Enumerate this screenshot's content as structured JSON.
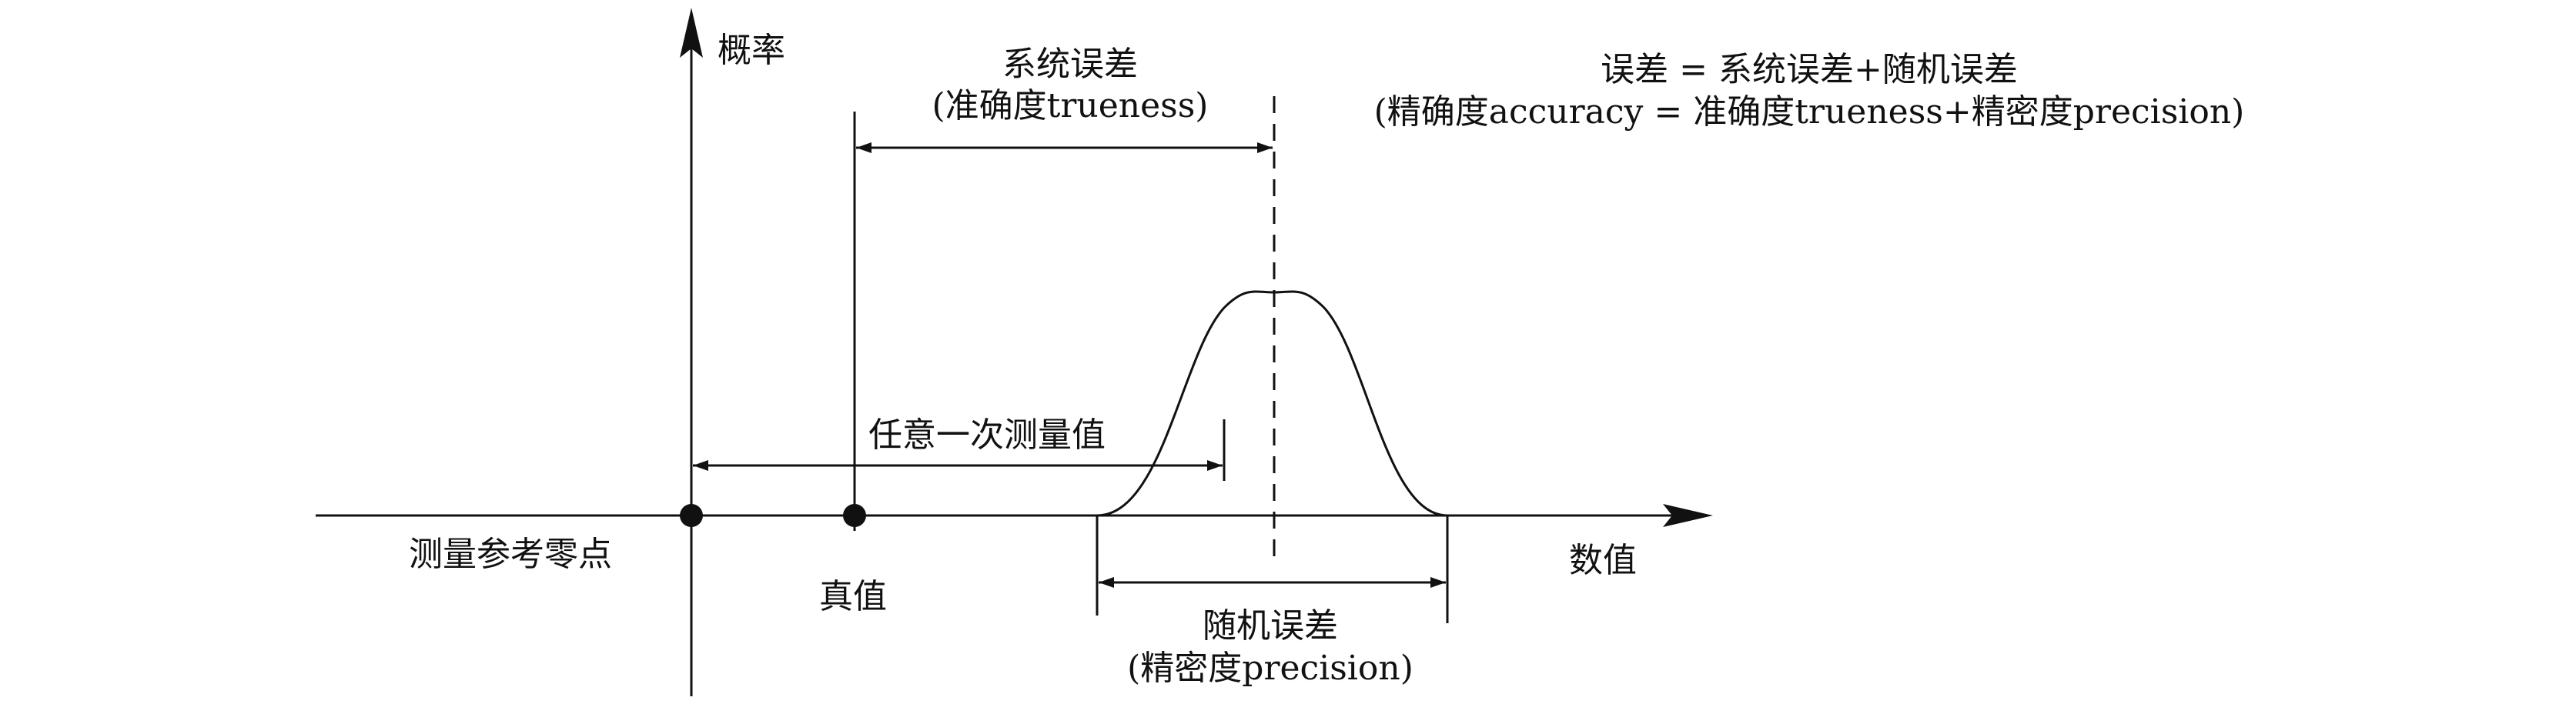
{
  "labels": {
    "y_axis": "概率",
    "x_axis": "数值",
    "origin": "测量参考零点",
    "true_value": "真值",
    "systematic_error": "系统误差",
    "systematic_error_sub": "(准确度trueness)",
    "equation_line1": "误差 = 系统误差+随机误差",
    "equation_line2": "(精确度accuracy = 准确度trueness+精密度precision)",
    "single_measurement": "任意一次测量值",
    "random_error": "随机误差",
    "random_error_sub": "(精密度precision)"
  },
  "colors": {
    "stroke": "#111111",
    "background": "#ffffff"
  }
}
